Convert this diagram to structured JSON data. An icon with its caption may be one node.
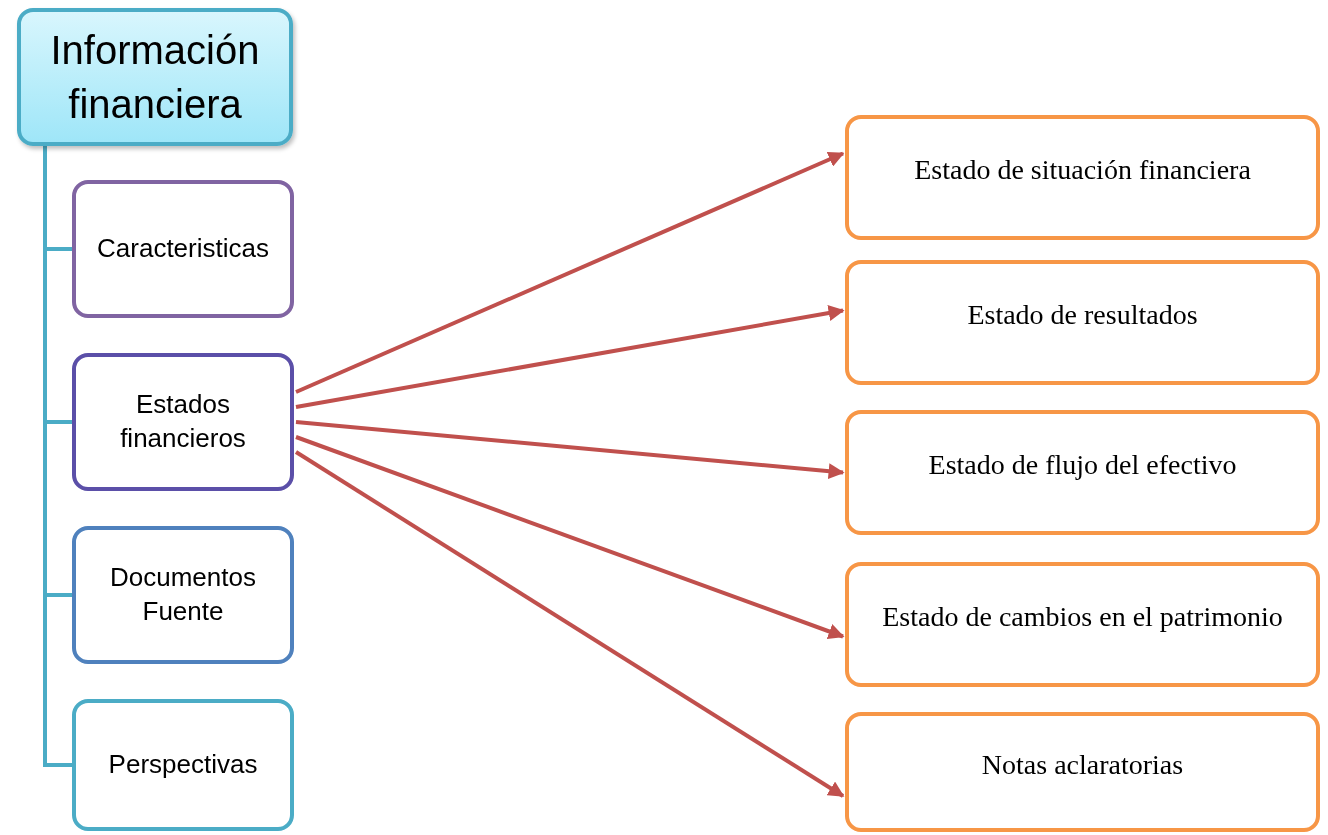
{
  "diagram": {
    "nodes": [
      {
        "text": [
          "Información financiera"
        ]
      },
      {
        "text": [
          "Caracteristicas"
        ]
      },
      {
        "text": [
          "Estados financieros"
        ]
      },
      {
        "text": [
          "Documentos Fuente"
        ]
      },
      {
        "text": [
          "Perspectivas"
        ]
      },
      {
        "text": [
          "Estado de situación financiera"
        ]
      },
      {
        "text": [
          "Estado de resultados"
        ]
      },
      {
        "text": [
          "Estado de flujo del efectivo"
        ]
      },
      {
        "text": [
          "Estado de cambios en el patrimonio"
        ]
      },
      {
        "text": [
          "Notas aclaratorias"
        ]
      }
    ],
    "edges": [
      {
        "from": 0,
        "to": 1,
        "arrow": "none",
        "color": "#4bacc6"
      },
      {
        "from": 0,
        "to": 2,
        "arrow": "none",
        "color": "#4bacc6"
      },
      {
        "from": 0,
        "to": 3,
        "arrow": "none",
        "color": "#4bacc6"
      },
      {
        "from": 0,
        "to": 4,
        "arrow": "none",
        "color": "#4bacc6"
      },
      {
        "from": 2,
        "to": 5,
        "arrow": "to"
      },
      {
        "from": 2,
        "to": 6,
        "arrow": "to"
      },
      {
        "from": 2,
        "to": 7,
        "arrow": "to"
      },
      {
        "from": 2,
        "to": 8,
        "arrow": "to"
      },
      {
        "from": 2,
        "to": 9,
        "arrow": "to"
      }
    ]
  }
}
